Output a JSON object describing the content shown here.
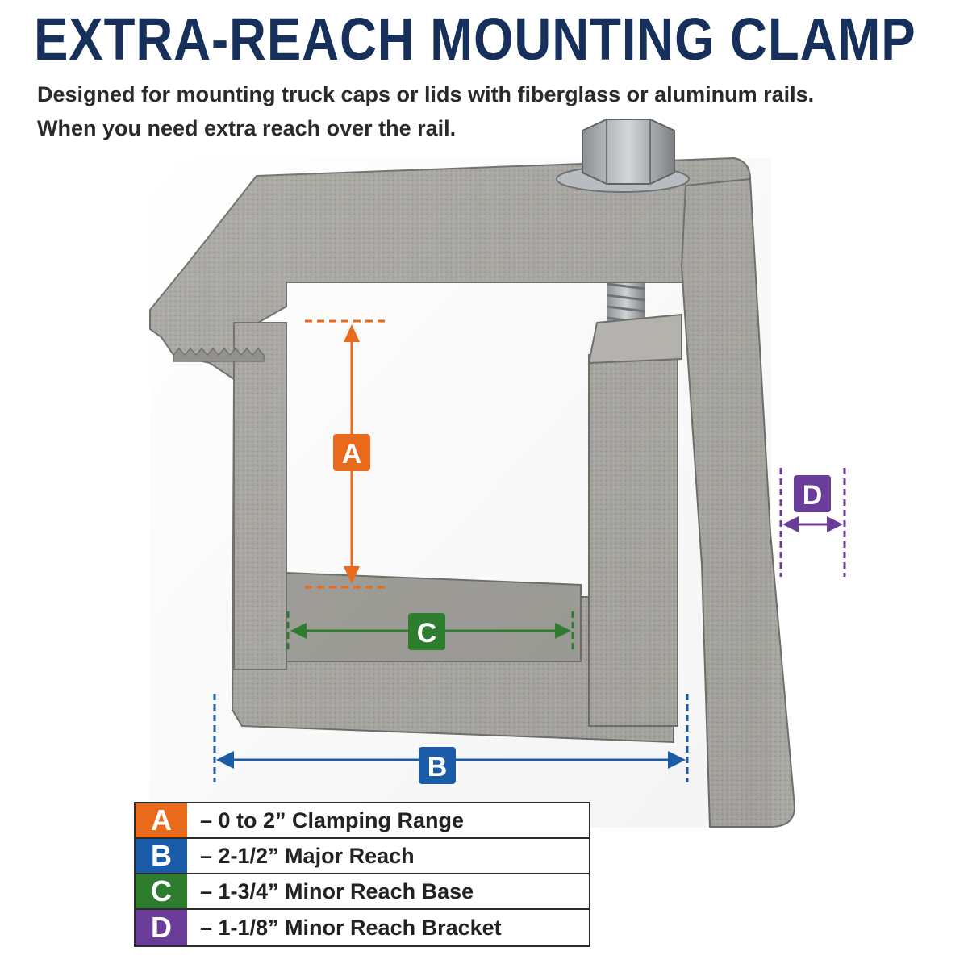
{
  "header": {
    "title": "EXTRA-REACH MOUNTING CLAMP",
    "subtitle_line1": "Designed for mounting truck caps or lids with fiberglass or aluminum rails.",
    "subtitle_line2": "When you need extra reach over the rail."
  },
  "dimensions": {
    "a": {
      "letter": "A",
      "color": "#ea6a1c",
      "description": "– 0 to 2” Clamping Range"
    },
    "b": {
      "letter": "B",
      "color": "#1b5ca8",
      "description": "– 2-1/2” Major Reach"
    },
    "c": {
      "letter": "C",
      "color": "#2e7d2e",
      "description": "– 1-3/4” Minor Reach Base"
    },
    "d": {
      "letter": "D",
      "color": "#6a3d9a",
      "description": "– 1-1/8” Minor Reach Bracket"
    }
  },
  "product": {
    "image": "aluminum-clamp-with-hex-bolt"
  }
}
